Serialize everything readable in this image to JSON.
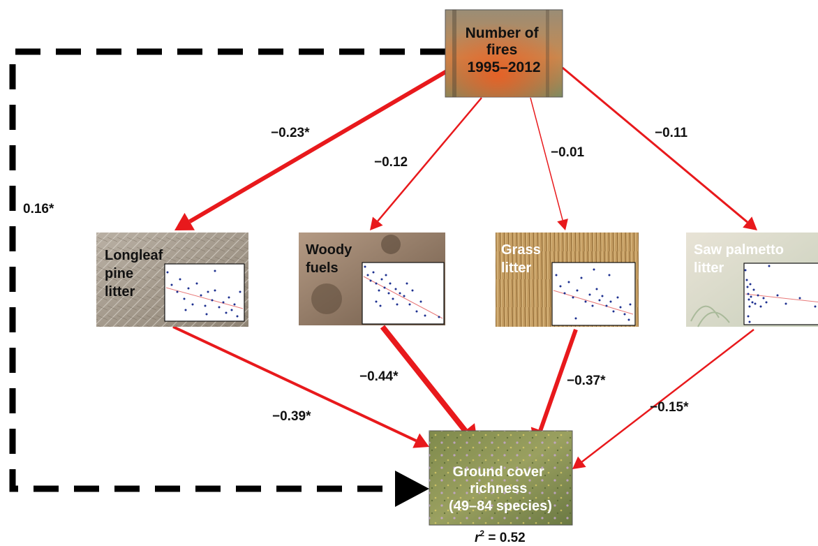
{
  "colors": {
    "negative_path": "#e8191c",
    "positive_path": "#000000",
    "scatter_point": "#1c2f8f",
    "trend_line": "#e87878"
  },
  "nodes": {
    "fires": {
      "lines": [
        "Number of",
        "fires",
        "1995–2012"
      ]
    },
    "longleaf": {
      "lines": [
        "Longleaf",
        "pine",
        "litter"
      ]
    },
    "woody": {
      "lines": [
        "Woody",
        "fuels"
      ]
    },
    "grass": {
      "lines": [
        "Grass",
        "litter"
      ]
    },
    "palmetto": {
      "lines": [
        "Saw palmetto",
        "litter"
      ]
    },
    "ground": {
      "lines": [
        "Ground cover",
        "richness",
        "(49–84 species)"
      ]
    }
  },
  "paths": {
    "fires_to_longleaf": "−0.23*",
    "fires_to_woody": "−0.12",
    "fires_to_grass": "−0.01",
    "fires_to_palmetto": "−0.11",
    "fires_to_ground": "0.16*",
    "longleaf_to_ground": "−0.39*",
    "woody_to_ground": "−0.44*",
    "grass_to_ground": "−0.37*",
    "palmetto_to_ground": "−0.15*"
  },
  "r2": {
    "symbol": "r",
    "exponent": "2",
    "value": " = 0.52"
  }
}
